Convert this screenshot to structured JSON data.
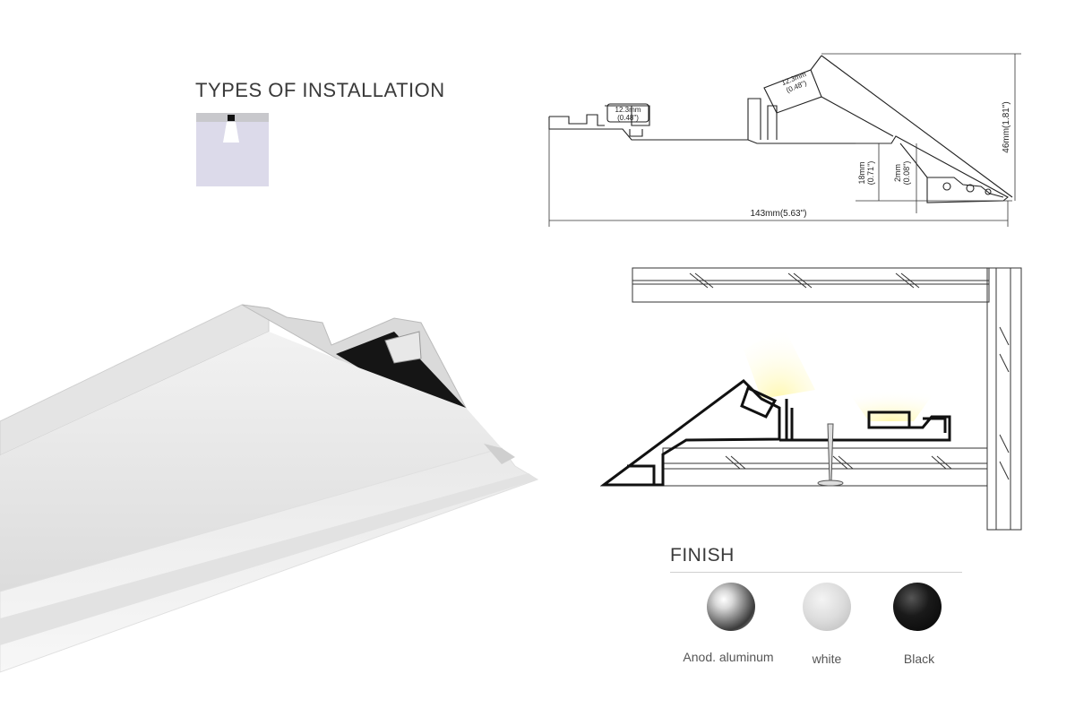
{
  "installation": {
    "title": "TYPES OF INSTALLATION"
  },
  "drawing": {
    "dim_led_channel_1_mm": "12.3mm",
    "dim_led_channel_1_in": "(0.48\")",
    "dim_led_channel_2_mm": "12.3mm",
    "dim_led_channel_2_in": "(0.48\")",
    "dim_height": "46mm(1.81\")",
    "dim_step_mm": "18mm",
    "dim_step_in": "(0.71\")",
    "dim_gap_mm": "2mm",
    "dim_gap_in": "(0.08\")",
    "dim_width": "143mm(5.63\")"
  },
  "finish": {
    "title": "FINISH",
    "options": [
      {
        "label": "Anod. aluminum"
      },
      {
        "label": "white"
      },
      {
        "label": "Black"
      }
    ]
  }
}
